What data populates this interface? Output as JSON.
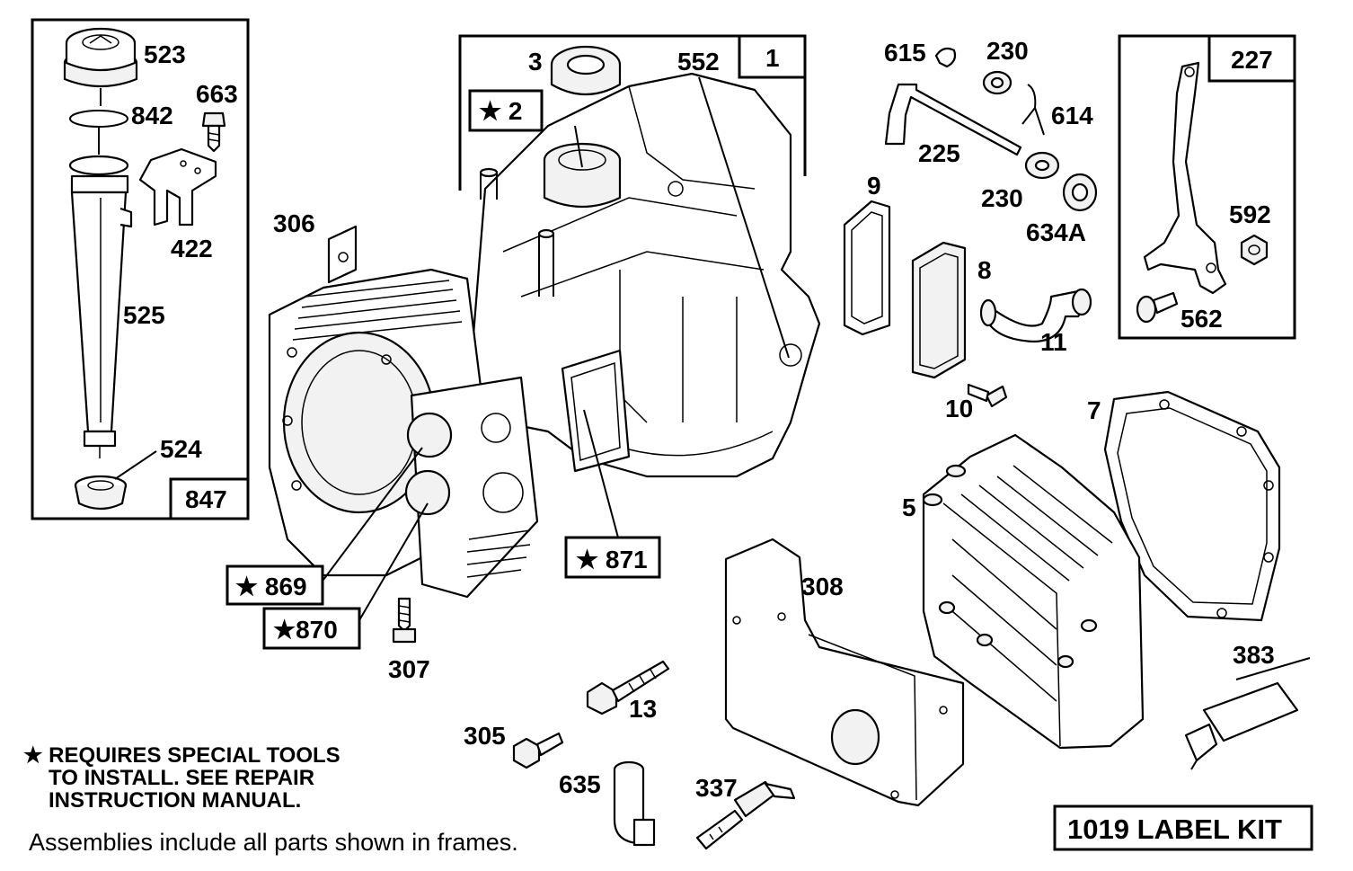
{
  "frames": {
    "dipstick_frame_number": "847",
    "crankcase_frame_number": "1",
    "governor_frame_number": "227"
  },
  "callouts": {
    "p523": "523",
    "p842": "842",
    "p663": "663",
    "p422": "422",
    "p525": "525",
    "p524": "524",
    "p306": "306",
    "p3": "3",
    "p552": "552",
    "p2": "★ 2",
    "p615": "615",
    "p230a": "230",
    "p614": "614",
    "p225": "225",
    "p230b": "230",
    "p634a": "634A",
    "p9": "9",
    "p8": "8",
    "p11": "11",
    "p10": "10",
    "p7": "7",
    "p5": "5",
    "p592": "592",
    "p562": "562",
    "p871": "★ 871",
    "p869": "★ 869",
    "p870": "★870",
    "p307": "307",
    "p308": "308",
    "p13": "13",
    "p305": "305",
    "p635": "635",
    "p337": "337",
    "p383": "383"
  },
  "notes": {
    "special_tools_line1": "★ REQUIRES SPECIAL TOOLS",
    "special_tools_line2": "TO INSTALL.  SEE REPAIR",
    "special_tools_line3": "INSTRUCTION MANUAL.",
    "assemblies": "Assemblies include all parts shown in frames."
  },
  "label_kit": "1019 LABEL KIT"
}
